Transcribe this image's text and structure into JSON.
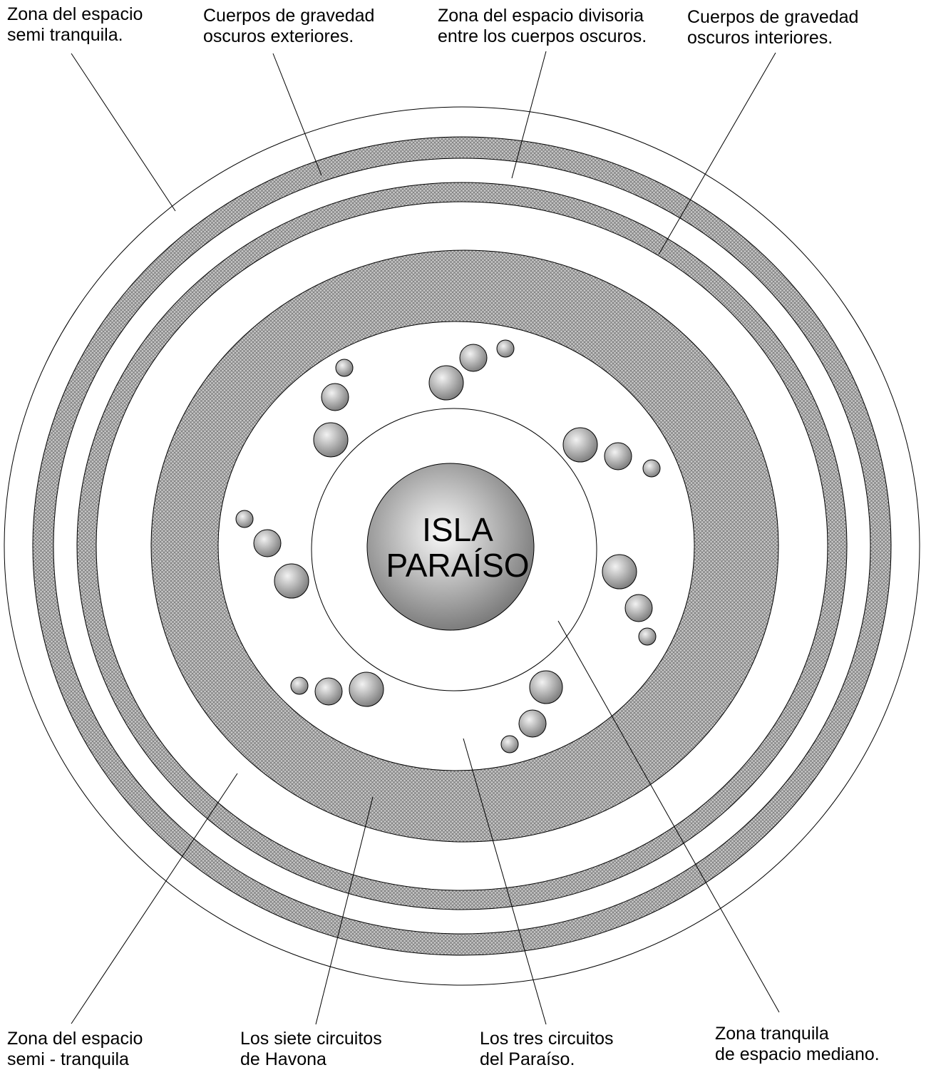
{
  "diagram": {
    "center": {
      "line1": "ISLA",
      "line2": "PARAÍSO"
    },
    "labels": {
      "top_left": {
        "line1": "Zona del espacio",
        "line2": "semi tranquila."
      },
      "top_center_left": {
        "line1": "Cuerpos de gravedad",
        "line2": "oscuros exteriores."
      },
      "top_center_right": {
        "line1": "Zona del espacio divisoria",
        "line2": "entre los cuerpos oscuros."
      },
      "top_right": {
        "line1": "Cuerpos de gravedad",
        "line2": "oscuros interiores."
      },
      "bottom_left": {
        "line1": "Zona del espacio",
        "line2": "semi - tranquila"
      },
      "bottom_center_left": {
        "line1": "Los siete circuitos",
        "line2": "de Havona"
      },
      "bottom_center_right": {
        "line1": "Los tres circuitos",
        "line2": "del Paraíso."
      },
      "bottom_right": {
        "line1": "Zona tranquila",
        "line2": "de espacio mediano."
      }
    },
    "colors": {
      "hatch_fill": "#c8c8c8",
      "hatch_line": "#7a7a7a",
      "sphere_light": "#f2f2f2",
      "sphere_dark": "#707070",
      "island_light": "#fafafa",
      "island_dark": "#6e6e6e"
    }
  }
}
